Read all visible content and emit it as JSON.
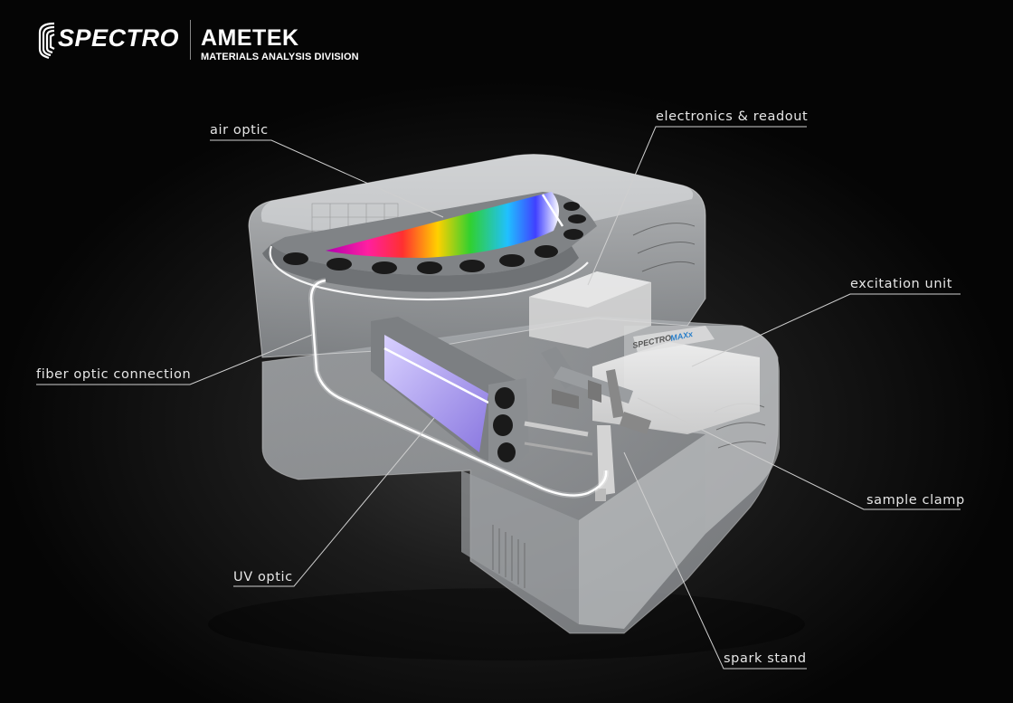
{
  "brand": {
    "spectro": "SPECTRO",
    "ametek": "AMETEK",
    "division": "MATERIALS ANALYSIS DIVISION",
    "product_badge": "SPECTROMAXx"
  },
  "labels": {
    "air_optic": "air optic",
    "electronics_readout": "electronics & readout",
    "excitation_unit": "excitation unit",
    "fiber_optic_connection": "fiber optic connection",
    "sample_clamp": "sample clamp",
    "uv_optic": "UV optic",
    "spark_stand": "spark stand"
  },
  "colors": {
    "background": "#000000",
    "label_text": "#e6e6e6",
    "leader_line": "#cfcfcf",
    "badge_blue": "#2a7fc9"
  }
}
